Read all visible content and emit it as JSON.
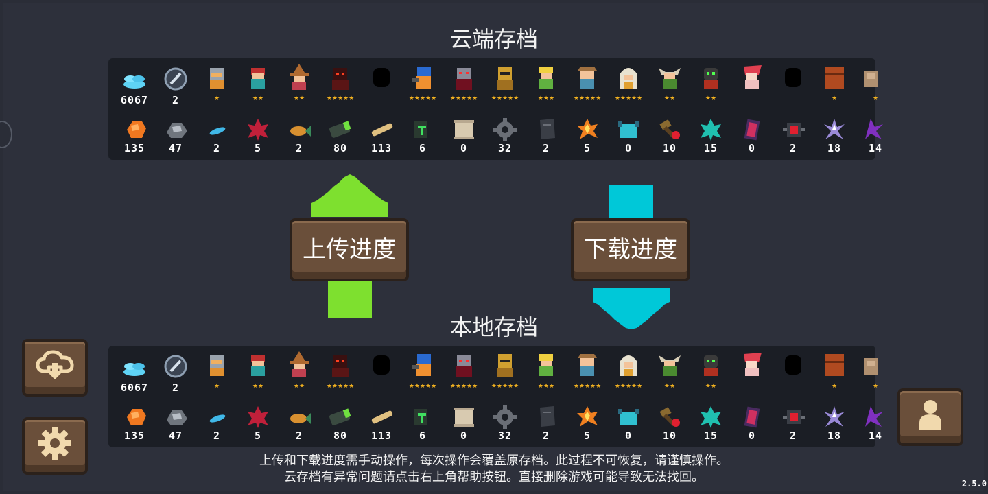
{
  "cloud_title": "云端存档",
  "local_title": "本地存档",
  "upload_label": "上传进度",
  "download_label": "下载进度",
  "notice_line1": "上传和下载进度需手动操作，每次操作会覆盖原存档。此过程不可恢复，请谨慎操作。",
  "notice_line2": "云存档有异常问题请点击右上角帮助按钮。直接删除游戏可能导致无法找回。",
  "version": "2.5.0",
  "colors": {
    "upload_arrow": "#7ee02f",
    "download_arrow": "#00c8d8",
    "button_wood": "#6a4f3a"
  },
  "side_buttons": {
    "cloud_icon": "cloud-download-icon",
    "settings_icon": "gear-icon",
    "profile_icon": "person-icon"
  },
  "top_row": [
    {
      "icon": "gem-icon",
      "label": "6067",
      "stars": ""
    },
    {
      "icon": "feather-token-icon",
      "label": "2",
      "stars": ""
    },
    {
      "icon": "knight-icon",
      "label": "",
      "stars": "★"
    },
    {
      "icon": "rogue-icon",
      "label": "",
      "stars": "★★"
    },
    {
      "icon": "wizard-icon",
      "label": "",
      "stars": "★★"
    },
    {
      "icon": "assassin-icon",
      "label": "",
      "stars": "★★★★★"
    },
    {
      "icon": "locked-character-icon",
      "label": "",
      "stars": ""
    },
    {
      "icon": "engineer-icon",
      "label": "",
      "stars": "★★★★★"
    },
    {
      "icon": "vampire-icon",
      "label": "",
      "stars": "★★★★★"
    },
    {
      "icon": "paladin-icon",
      "label": "",
      "stars": "★★★★★"
    },
    {
      "icon": "elf-icon",
      "label": "",
      "stars": "★★★"
    },
    {
      "icon": "werewolf-icon",
      "label": "",
      "stars": "★★★★★"
    },
    {
      "icon": "priest-icon",
      "label": "",
      "stars": "★★★★★"
    },
    {
      "icon": "druid-icon",
      "label": "",
      "stars": "★★"
    },
    {
      "icon": "robot-icon",
      "label": "",
      "stars": "★★"
    },
    {
      "icon": "berserker-icon",
      "label": "",
      "stars": ""
    },
    {
      "icon": "locked-character-icon",
      "label": "",
      "stars": ""
    },
    {
      "icon": "chest-icon",
      "label": "",
      "stars": "★"
    },
    {
      "icon": "pet-icon",
      "label": "",
      "stars": "★"
    }
  ],
  "bottom_row": [
    {
      "icon": "ore-icon",
      "label": "135"
    },
    {
      "icon": "iron-icon",
      "label": "47"
    },
    {
      "icon": "feather-icon",
      "label": "2"
    },
    {
      "icon": "red-leaf-icon",
      "label": "5"
    },
    {
      "icon": "fish-icon",
      "label": "2"
    },
    {
      "icon": "battery-icon",
      "label": "80"
    },
    {
      "icon": "wood-icon",
      "label": "113"
    },
    {
      "icon": "chip-icon",
      "label": "6"
    },
    {
      "icon": "scroll-icon",
      "label": "0"
    },
    {
      "icon": "gear-part-icon",
      "label": "32"
    },
    {
      "icon": "stone-tablet-icon",
      "label": "2"
    },
    {
      "icon": "flame-icon",
      "label": "5"
    },
    {
      "icon": "cyan-box-icon",
      "label": "0"
    },
    {
      "icon": "hammer-icon",
      "label": "10"
    },
    {
      "icon": "teal-leaf-icon",
      "label": "15"
    },
    {
      "icon": "card-icon",
      "label": "0"
    },
    {
      "icon": "device-icon",
      "label": "2"
    },
    {
      "icon": "crystal-icon",
      "label": "18"
    },
    {
      "icon": "purple-crystal-icon",
      "label": "14"
    }
  ]
}
